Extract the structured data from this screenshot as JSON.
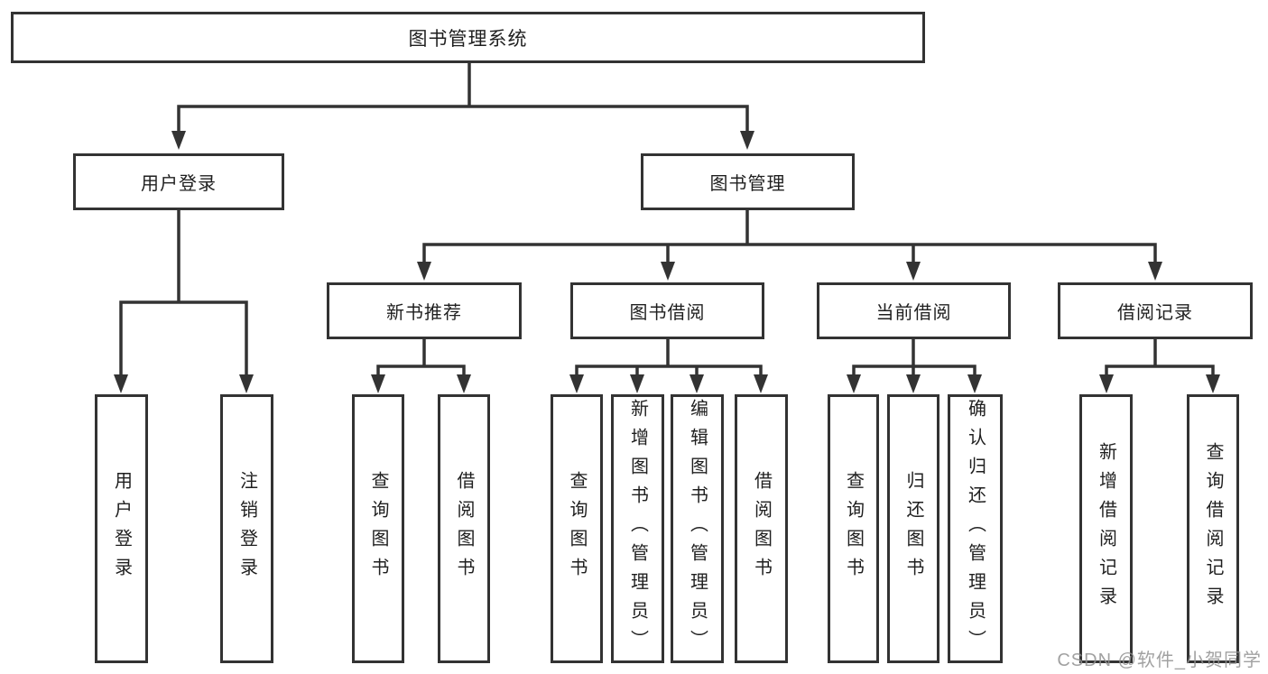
{
  "tree": {
    "label": "图书管理系统",
    "children": [
      {
        "label": "用户登录",
        "children": [
          {
            "label": "用户登录"
          },
          {
            "label": "注销登录"
          }
        ]
      },
      {
        "label": "图书管理",
        "children": [
          {
            "label": "新书推荐",
            "children": [
              {
                "label": "查询图书"
              },
              {
                "label": "借阅图书"
              }
            ]
          },
          {
            "label": "图书借阅",
            "children": [
              {
                "label": "查询图书"
              },
              {
                "label": "新增图书（管理员）"
              },
              {
                "label": "编辑图书（管理员）"
              },
              {
                "label": "借阅图书"
              }
            ]
          },
          {
            "label": "当前借阅",
            "children": [
              {
                "label": "查询图书"
              },
              {
                "label": "归还图书"
              },
              {
                "label": "确认归还（管理员）"
              }
            ]
          },
          {
            "label": "借阅记录",
            "children": [
              {
                "label": "新增借阅记录"
              },
              {
                "label": "查询借阅记录"
              }
            ]
          }
        ]
      }
    ]
  },
  "watermark": {
    "text": "CSDN @软件_小贺同学"
  },
  "colors": {
    "line": "#333333",
    "text": "#1f1f1f",
    "background": "#ffffff",
    "watermark": "#919191"
  }
}
